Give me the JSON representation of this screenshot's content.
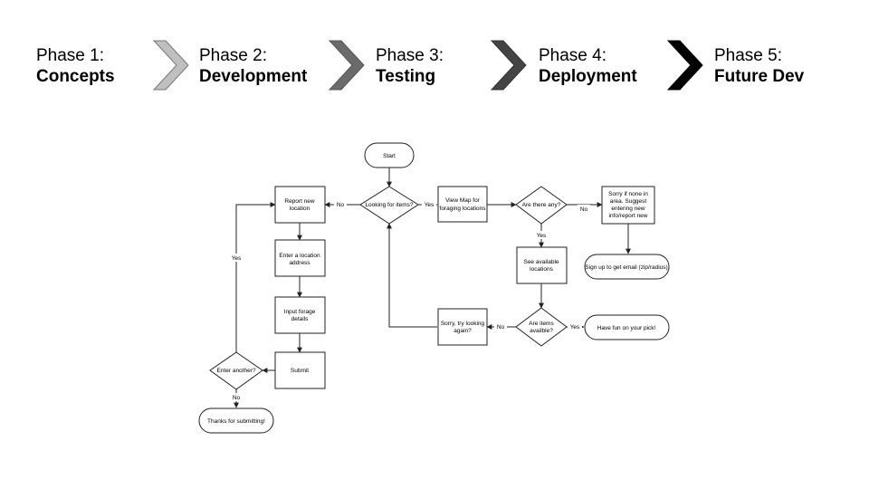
{
  "header": {
    "phases": [
      {
        "number": "Phase 1:",
        "name": "Concepts"
      },
      {
        "number": "Phase 2:",
        "name": "Development"
      },
      {
        "number": "Phase 3:",
        "name": "Testing"
      },
      {
        "number": "Phase 4:",
        "name": "Deployment"
      },
      {
        "number": "Phase 5:",
        "name": "Future Dev"
      }
    ],
    "chevron_colors": [
      "#c0c0c0",
      "#6b6b6b",
      "#444444",
      "#000000"
    ]
  },
  "flow": {
    "start": "Start",
    "looking": "Looking for items?",
    "view_map": [
      "View Map for",
      "foraging locations"
    ],
    "are_there_any": "Are there any?",
    "sorry_none": [
      "Sorry if none in",
      "area. Suggest",
      "entering new",
      "info/report new"
    ],
    "signup": "Sign up to get email (zip/radius)",
    "see_available": [
      "See available",
      "locations"
    ],
    "items_available": [
      "Are items",
      "availble?"
    ],
    "have_fun": "Have fun on your pick!",
    "sorry_try": [
      "Sorry, try looking",
      "again?"
    ],
    "report_new": [
      "Report new",
      "location"
    ],
    "enter_address": [
      "Enter a location",
      "address"
    ],
    "input_details": [
      "Input forage",
      "details"
    ],
    "submit": "Submit",
    "enter_another": "Enter another?",
    "thanks": "Thanks for submitting!",
    "labels": {
      "yes": "Yes",
      "no": "No"
    }
  }
}
